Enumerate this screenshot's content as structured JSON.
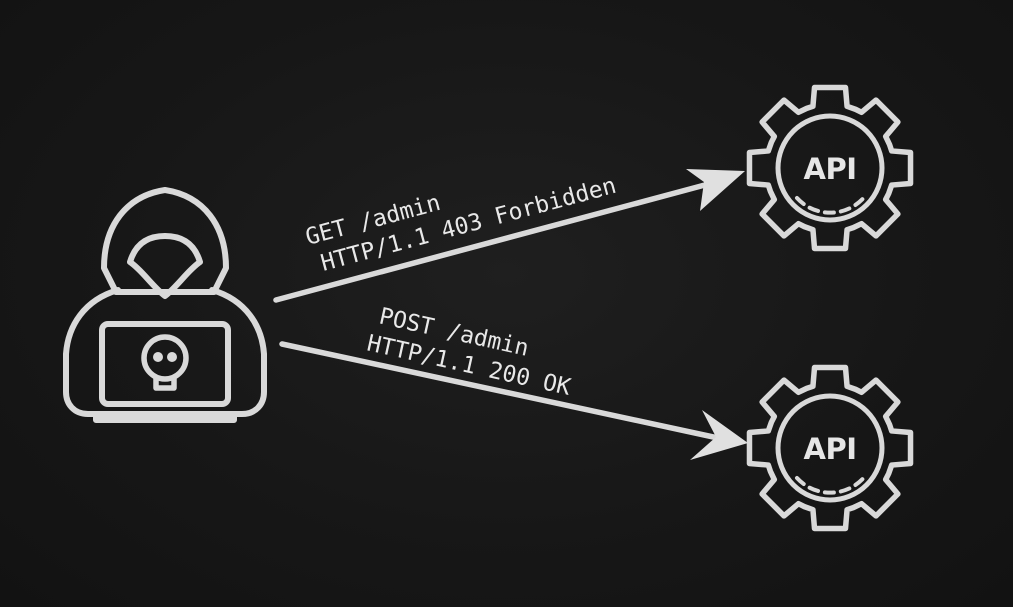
{
  "diagram": {
    "attacker": {
      "icon": "hacker-icon"
    },
    "requests": [
      {
        "line1": "GET /admin",
        "line2": "HTTP/1.1 403 Forbidden"
      },
      {
        "line1": "POST /admin",
        "line2": "HTTP/1.1 200 OK"
      }
    ],
    "endpoints": [
      {
        "label": "API",
        "icon": "gear-icon"
      },
      {
        "label": "API",
        "icon": "gear-icon"
      }
    ],
    "colors": {
      "background": "#161616",
      "foreground": "#d9d9d9"
    }
  }
}
